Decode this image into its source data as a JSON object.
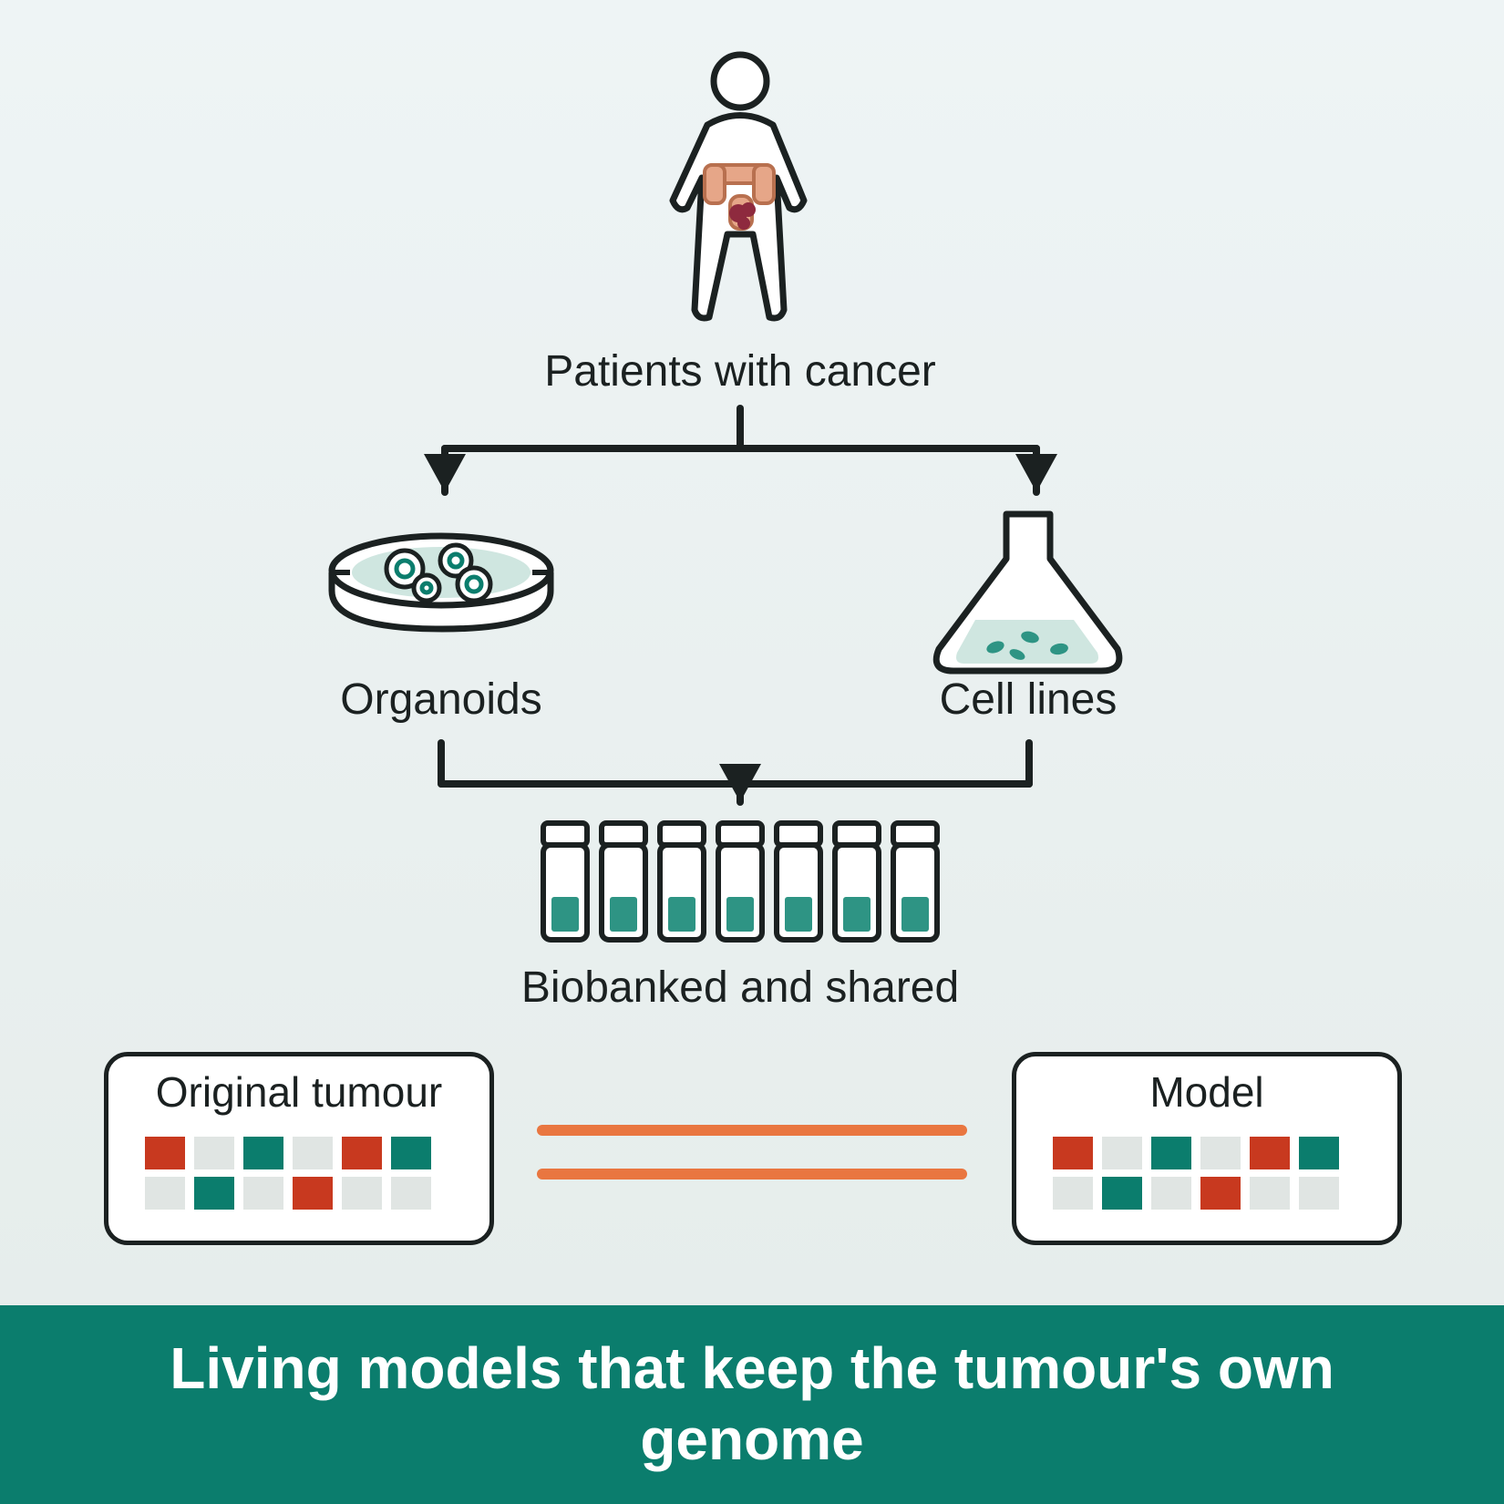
{
  "colors": {
    "ink": "#1b2121",
    "teal": "#0b7d6d",
    "teal_light": "#2e9484",
    "mint": "#cfe6e0",
    "tumour": "#8e2a3e",
    "organ": "#e6a688",
    "organ_stroke": "#b8704f",
    "red": "#c8391f",
    "grey": "#e0e5e3",
    "orange": "#e97640"
  },
  "icons": {
    "patient": "person-with-tumour-icon",
    "organoids": "petri-dish-icon",
    "cell_lines": "flask-icon",
    "biobank": "vials-icon"
  },
  "labels": {
    "patients": "Patients with cancer",
    "organoids": "Organoids",
    "cell_lines": "Cell lines",
    "biobank": "Biobanked and shared"
  },
  "comparison": {
    "left_title": "Original tumour",
    "right_title": "Model",
    "pattern": [
      "red",
      "grey",
      "teal",
      "grey",
      "red",
      "teal",
      "grey",
      "teal",
      "grey",
      "red",
      "grey",
      "grey"
    ]
  },
  "banner": {
    "text": "Living models that keep the tumour's own genome"
  }
}
